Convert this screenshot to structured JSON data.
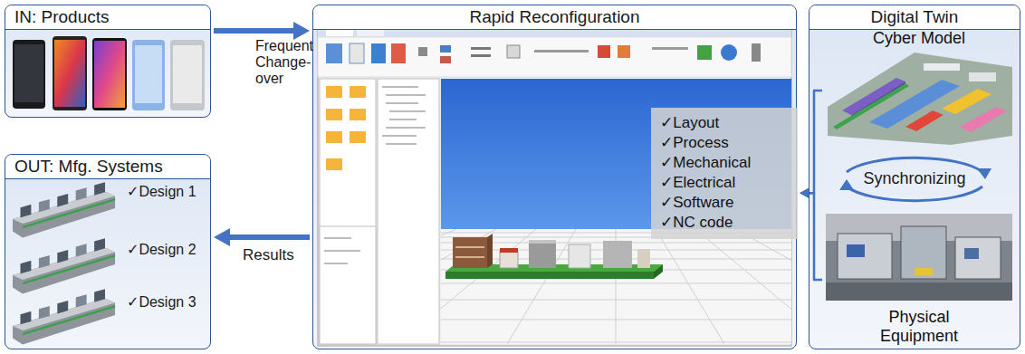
{
  "diagram": {
    "nodes": [
      {
        "text": [
          "IN: Products"
        ]
      },
      {
        "text": [
          "OUT: Mfg. Systems"
        ]
      },
      {
        "text": [
          "Rapid Reconfiguration"
        ]
      },
      {
        "text": [
          "✓Layout",
          "✓Process",
          "✓Mechanical",
          "✓Electrical",
          "✓Software",
          "✓NC code"
        ],
        "in": 2
      },
      {
        "text": [
          "Digital Twin"
        ]
      },
      {
        "text": [
          "Cyber Model"
        ],
        "in": 4
      },
      {
        "text": [
          "Physical Equipment"
        ],
        "in": 4
      }
    ],
    "edges": [
      {
        "from": 0,
        "to": 2,
        "arrow": "to",
        "label": "Frequent Change-over"
      },
      {
        "from": 2,
        "to": 1,
        "arrow": "to",
        "label": "Results"
      },
      {
        "from": 5,
        "to": 3,
        "arrow": "to"
      },
      {
        "from": 6,
        "to": 3,
        "arrow": "to"
      }
    ],
    "labels": [
      "✓Design 1",
      "✓Design 2",
      "✓Design 3",
      "Synchronizing"
    ]
  }
}
